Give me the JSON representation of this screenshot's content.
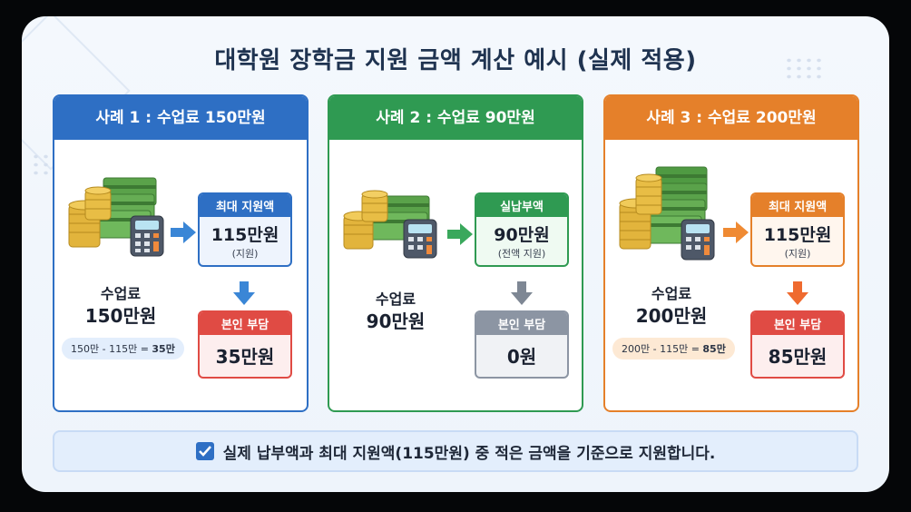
{
  "title": "대학원 장학금 지원 금액 계산 예시 (실제 적용)",
  "colors": {
    "case1": "#2e6fc4",
    "case2": "#2f9a52",
    "case3": "#e5802a",
    "burden": "#e04b44",
    "zero": "#8c95a3"
  },
  "cases": [
    {
      "header": "사례 1 : 수업료 150만원",
      "tuition_label": "수업료",
      "tuition_value": "150만원",
      "formula_prefix": "150만 - 115만 = ",
      "formula_result": "35만",
      "support_title": "최대 지원액",
      "support_value": "115만원",
      "support_note": "(지원)",
      "burden_title": "본인 부담",
      "burden_value": "35만원"
    },
    {
      "header": "사례 2 : 수업료 90만원",
      "tuition_label": "수업료",
      "tuition_value": "90만원",
      "support_title": "실납부액",
      "support_value": "90만원",
      "support_note": "(전액 지원)",
      "burden_title": "본인 부담",
      "burden_value": "0원"
    },
    {
      "header": "사례 3 : 수업료 200만원",
      "tuition_label": "수업료",
      "tuition_value": "200만원",
      "formula_prefix": "200만 - 115만 = ",
      "formula_result": "85만",
      "support_title": "최대 지원액",
      "support_value": "115만원",
      "support_note": "(지원)",
      "burden_title": "본인 부담",
      "burden_value": "85만원"
    }
  ],
  "footer": "실제 납부액과 최대 지원액(115만원) 중 적은 금액을 기준으로 지원합니다.",
  "icons": [
    "money-stack-icon",
    "coin-stack-icon",
    "calculator-icon",
    "arrow-right-icon",
    "arrow-down-icon",
    "checkbox-icon"
  ]
}
